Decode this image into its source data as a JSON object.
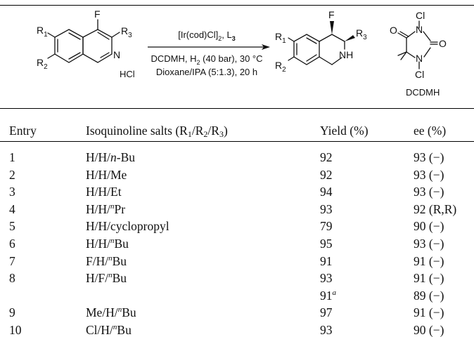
{
  "scheme": {
    "reagent_top": "[Ir(cod)Cl]",
    "reagent_top_sub": "2",
    "reagent_top_ligand": ", L",
    "reagent_top_ligand_sub": "3",
    "condition_1": "DCDMH, H",
    "condition_1_sub": "2",
    "condition_1_tail": " (40 bar), 30 °C",
    "condition_2": "Dioxane/IPA (5:1.3), 20 h",
    "substrate": {
      "F": "F",
      "R1": "R",
      "R1_sub": "1",
      "R2": "R",
      "R2_sub": "2",
      "R3": "R",
      "R3_sub": "3",
      "N": "N",
      "salt": "HCl"
    },
    "product": {
      "F": "F",
      "R1": "R",
      "R1_sub": "1",
      "R2": "R",
      "R2_sub": "2",
      "R3": "R",
      "R3_sub": "3",
      "NH": "NH"
    },
    "dcdmh": {
      "O1": "O",
      "O2": "O",
      "N1": "N",
      "N2": "N",
      "Cl1": "Cl",
      "Cl2": "Cl",
      "name": "DCDMH"
    }
  },
  "table": {
    "headers": {
      "entry": "Entry",
      "salts_pre": "Isoquinoline salts (R",
      "s1": "1",
      "slash1": "/R",
      "s2": "2",
      "slash2": "/R",
      "s3": "3",
      "salts_post": ")",
      "yield": "Yield (%)",
      "ee": "ee (%)"
    },
    "rows": [
      {
        "entry": "1",
        "salt_pre": "H/H/",
        "salt_sup": "",
        "salt_it": "n",
        "salt_post": "-Bu",
        "yield": "92",
        "yield_note": "",
        "ee": "93 (−)"
      },
      {
        "entry": "2",
        "salt_pre": "H/H/Me",
        "salt_sup": "",
        "salt_it": "",
        "salt_post": "",
        "yield": "92",
        "yield_note": "",
        "ee": "93 (−)"
      },
      {
        "entry": "3",
        "salt_pre": "H/H/Et",
        "salt_sup": "",
        "salt_it": "",
        "salt_post": "",
        "yield": "94",
        "yield_note": "",
        "ee": "93 (−)"
      },
      {
        "entry": "4",
        "salt_pre": "H/H/",
        "salt_sup": "n",
        "salt_it": "",
        "salt_post": "Pr",
        "yield": "93",
        "yield_note": "",
        "ee": "92 (R,R)"
      },
      {
        "entry": "5",
        "salt_pre": "H/H/cyclopropyl",
        "salt_sup": "",
        "salt_it": "",
        "salt_post": "",
        "yield": "79",
        "yield_note": "",
        "ee": "90 (−)"
      },
      {
        "entry": "6",
        "salt_pre": "H/H/",
        "salt_sup": "n",
        "salt_it": "",
        "salt_post": "Bu",
        "yield": "95",
        "yield_note": "",
        "ee": "93 (−)"
      },
      {
        "entry": "7",
        "salt_pre": "F/H/",
        "salt_sup": "n",
        "salt_it": "",
        "salt_post": "Bu",
        "yield": "91",
        "yield_note": "",
        "ee": "91 (−)"
      },
      {
        "entry": "8",
        "salt_pre": "H/F/",
        "salt_sup": "n",
        "salt_it": "",
        "salt_post": "Bu",
        "yield": "93",
        "yield_note": "",
        "ee": "91 (−)"
      },
      {
        "entry": "",
        "salt_pre": "",
        "salt_sup": "",
        "salt_it": "",
        "salt_post": "",
        "yield": "91",
        "yield_note": "a",
        "ee": "89 (−)"
      },
      {
        "entry": "9",
        "salt_pre": "Me/H/",
        "salt_sup": "n",
        "salt_it": "",
        "salt_post": "Bu",
        "yield": "97",
        "yield_note": "",
        "ee": "91 (−)"
      },
      {
        "entry": "10",
        "salt_pre": "Cl/H/",
        "salt_sup": "n",
        "salt_it": "",
        "salt_post": "Bu",
        "yield": "93",
        "yield_note": "",
        "ee": "90 (−)"
      }
    ]
  }
}
